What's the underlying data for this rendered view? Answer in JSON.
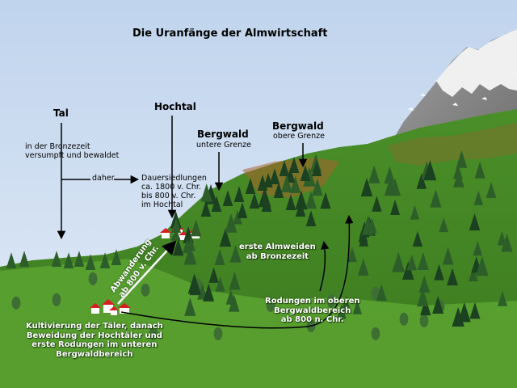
{
  "title": "Die Uranfänge der Almwirtschaft",
  "labels": {
    "tal": "Tal",
    "tal_note": "in der Bronzezeit\nversumpft und bewaldet",
    "daher": "daher",
    "hochtal": "Hochtal",
    "dauersiedlungen": "Dauersiedlungen\nca. 1800 v. Chr.\nbis 800 v. Chr.\nim Hochtal",
    "bergwald_unten": "Bergwald",
    "bergwald_unten_sub": "untere Grenze",
    "bergwald_oben": "Bergwald",
    "bergwald_oben_sub": "obere Grenze",
    "almweiden": "erste Almweiden\nab Bronzezeit",
    "rodungen": "Rodungen im oberen\nBergwaldbereich\nab 800 n. Chr.",
    "abwanderung": "Abwanderung\nab 800 v. Chr.",
    "kultivierung": "Kultivierung der Täler, danach\nBeweidung der Hochtäler und\nerste Rodungen im unteren\nBergwaldbereich"
  },
  "colors": {
    "sky_top": "#c4d6ee",
    "sky_bottom": "#dfe9f6",
    "meadow": "#4f9a2b",
    "meadow_dark": "#336f1a",
    "tree": "#1f4a22",
    "rock": "#8e8e8e",
    "snow": "#ffffff",
    "autumn": "#b0622a",
    "roof": "#d42020"
  }
}
